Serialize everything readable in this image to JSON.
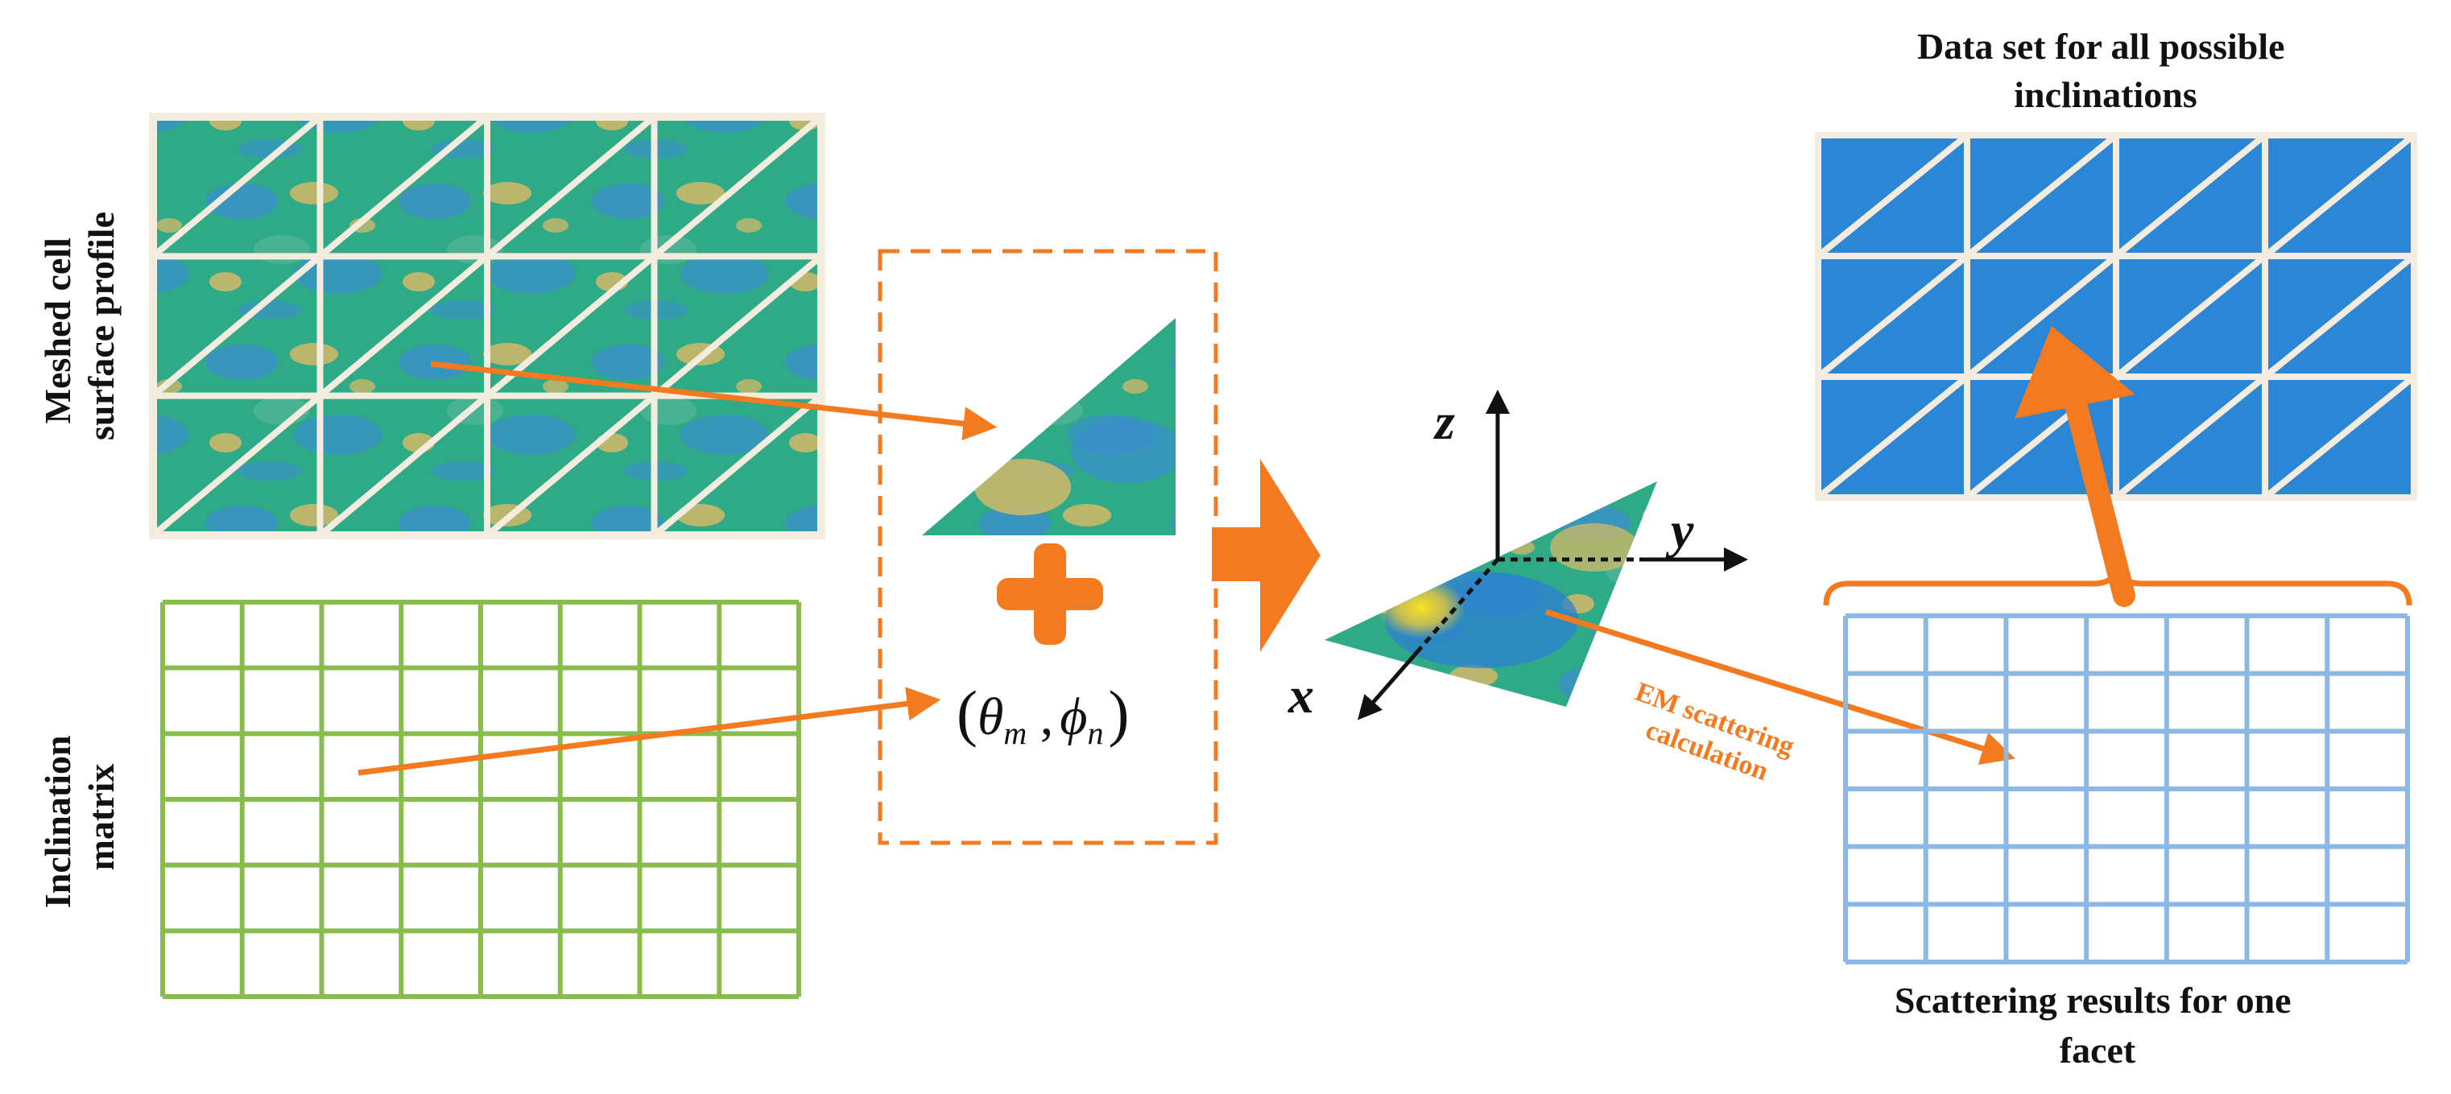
{
  "labels": {
    "meshed_line1": "Meshed cell",
    "meshed_line2": "surface profile",
    "inclination_line1": "Inclination",
    "inclination_line2": "matrix",
    "param_open": "(",
    "param_theta": "θ",
    "param_theta_sub": "m",
    "param_comma": " ,",
    "param_phi": "ϕ",
    "param_phi_sub": "n",
    "param_close": ")",
    "axis_x": "x",
    "axis_y": "y",
    "axis_z": "z",
    "em_line1": "EM scattering",
    "em_line2": "calculation",
    "dataset_line1": "Data set for all possible",
    "dataset_line2": "inclinations",
    "results_line1": "Scattering results for one",
    "results_line2": "facet"
  },
  "colors": {
    "mesh_green": "#2eaa86",
    "mesh_blue": "#2f8fd0",
    "mesh_sand": "#c9b86a",
    "mesh_line": "#f5ece0",
    "inclination_grid": "#86bd4c",
    "accent_orange": "#f47a20",
    "dataset_blue": "#2b86d6",
    "results_grid": "#8cb8e6",
    "facet_yellow": "#f0d020",
    "axis_black": "#111111"
  },
  "grids": {
    "mesh_rows": 3,
    "mesh_cols": 4,
    "inclination_rows": 6,
    "inclination_cols": 8,
    "dataset_rows": 3,
    "dataset_cols": 4,
    "results_rows": 6,
    "results_cols": 7
  }
}
